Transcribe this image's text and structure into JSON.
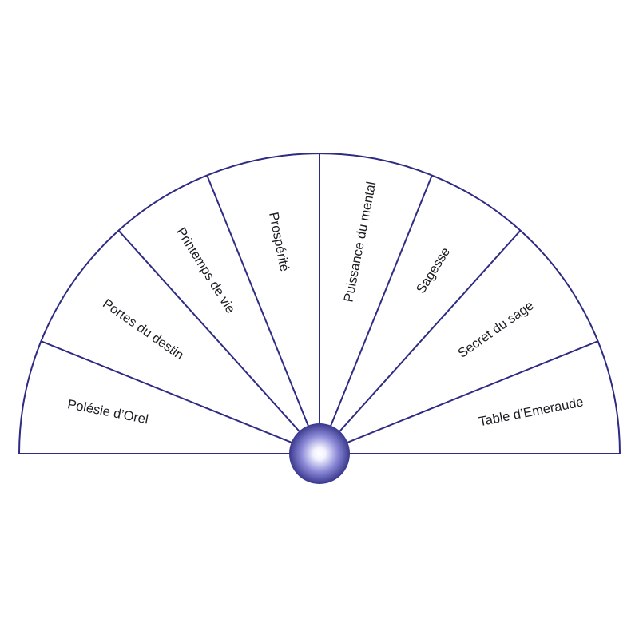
{
  "dial": {
    "sectors": [
      {
        "label": "Polésie d’Orel"
      },
      {
        "label": "Portes du destin"
      },
      {
        "label": "Printemps de vie"
      },
      {
        "label": "Prospérité"
      },
      {
        "label": "Puissance du mental"
      },
      {
        "label": "Sagesse"
      },
      {
        "label": "Secret du sage"
      },
      {
        "label": "Table d’Emeraude"
      }
    ],
    "colors": {
      "line": "#2e2b82",
      "background": "#ffffff",
      "text": "#1c1c22",
      "pivot_light": "#ffffff",
      "pivot_dark": "#26247a"
    }
  }
}
